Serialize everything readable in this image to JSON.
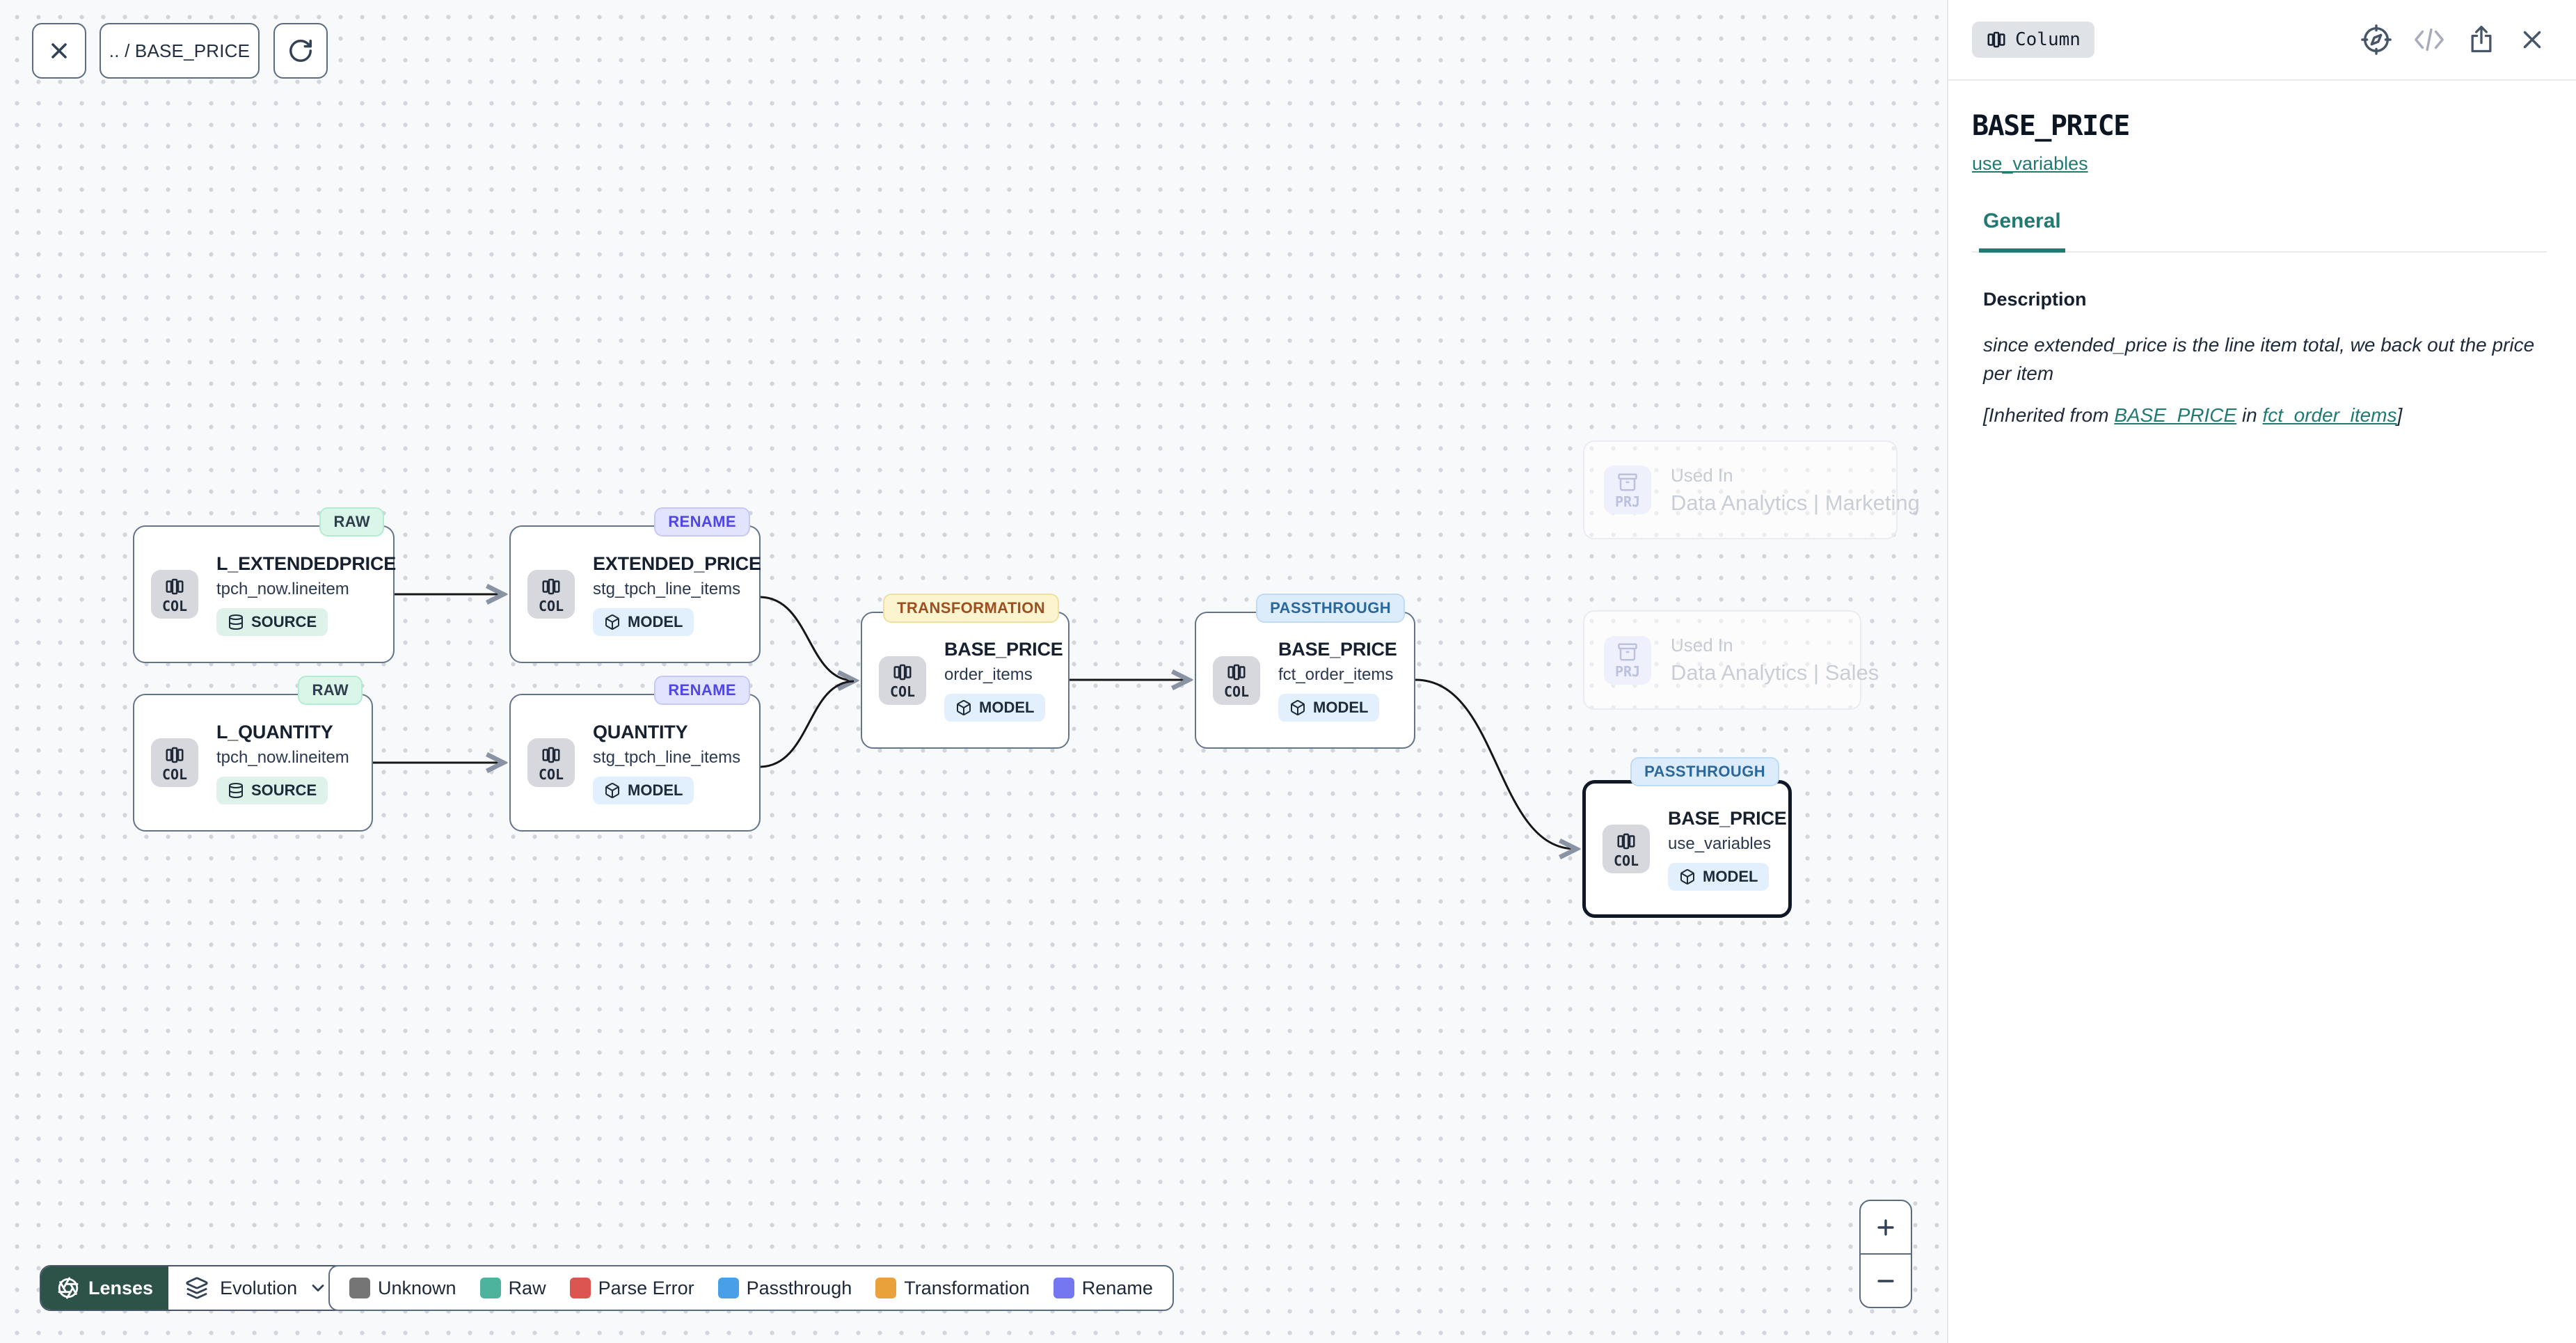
{
  "toolbar": {
    "breadcrumb": ".. / BASE_PRICE"
  },
  "nodes": [
    {
      "badge": "RAW",
      "icon_label": "COL",
      "title": "L_EXTENDEDPRICE",
      "subtitle": "tpch_now.lineitem",
      "chip": "SOURCE"
    },
    {
      "badge": "RENAME",
      "icon_label": "COL",
      "title": "EXTENDED_PRICE",
      "subtitle": "stg_tpch_line_items",
      "chip": "MODEL"
    },
    {
      "badge": "RAW",
      "icon_label": "COL",
      "title": "L_QUANTITY",
      "subtitle": "tpch_now.lineitem",
      "chip": "SOURCE"
    },
    {
      "badge": "RENAME",
      "icon_label": "COL",
      "title": "QUANTITY",
      "subtitle": "stg_tpch_line_items",
      "chip": "MODEL"
    },
    {
      "badge": "TRANSFORMATION",
      "icon_label": "COL",
      "title": "BASE_PRICE",
      "subtitle": "order_items",
      "chip": "MODEL"
    },
    {
      "badge": "PASSTHROUGH",
      "icon_label": "COL",
      "title": "BASE_PRICE",
      "subtitle": "fct_order_items",
      "chip": "MODEL"
    },
    {
      "badge": "PASSTHROUGH",
      "icon_label": "COL",
      "title": "BASE_PRICE",
      "subtitle": "use_variables",
      "chip": "MODEL"
    }
  ],
  "used_in": [
    {
      "icon_label": "PRJ",
      "label": "Used In",
      "name": "Data Analytics | Marketing"
    },
    {
      "icon_label": "PRJ",
      "label": "Used In",
      "name": "Data Analytics | Sales"
    }
  ],
  "lenses": {
    "label": "Lenses",
    "selected": "Evolution"
  },
  "legend": [
    {
      "label": "Unknown",
      "color": "#757575"
    },
    {
      "label": "Raw",
      "color": "#4eb39c"
    },
    {
      "label": "Parse Error",
      "color": "#dd5550"
    },
    {
      "label": "Passthrough",
      "color": "#4aa0e8"
    },
    {
      "label": "Transformation",
      "color": "#e9a23b"
    },
    {
      "label": "Rename",
      "color": "#7577f1"
    }
  ],
  "zoom": {
    "in": "+",
    "out": "−"
  },
  "panel": {
    "type_badge": "Column",
    "title": "BASE_PRICE",
    "model_link": "use_variables",
    "tabs": [
      {
        "label": "General"
      }
    ],
    "description": {
      "label": "Description",
      "text": "since extended_price is the line item total, we back out the price per item",
      "inherited_prefix": "[Inherited from ",
      "inherited_link_column": "BASE_PRICE",
      "inherited_middle": " in ",
      "inherited_link_model": "fct_order_items",
      "inherited_suffix": "]"
    }
  },
  "colors": {
    "accent_teal": "#217a72",
    "lenses_bg": "#2d5349",
    "edge": "#161616"
  }
}
